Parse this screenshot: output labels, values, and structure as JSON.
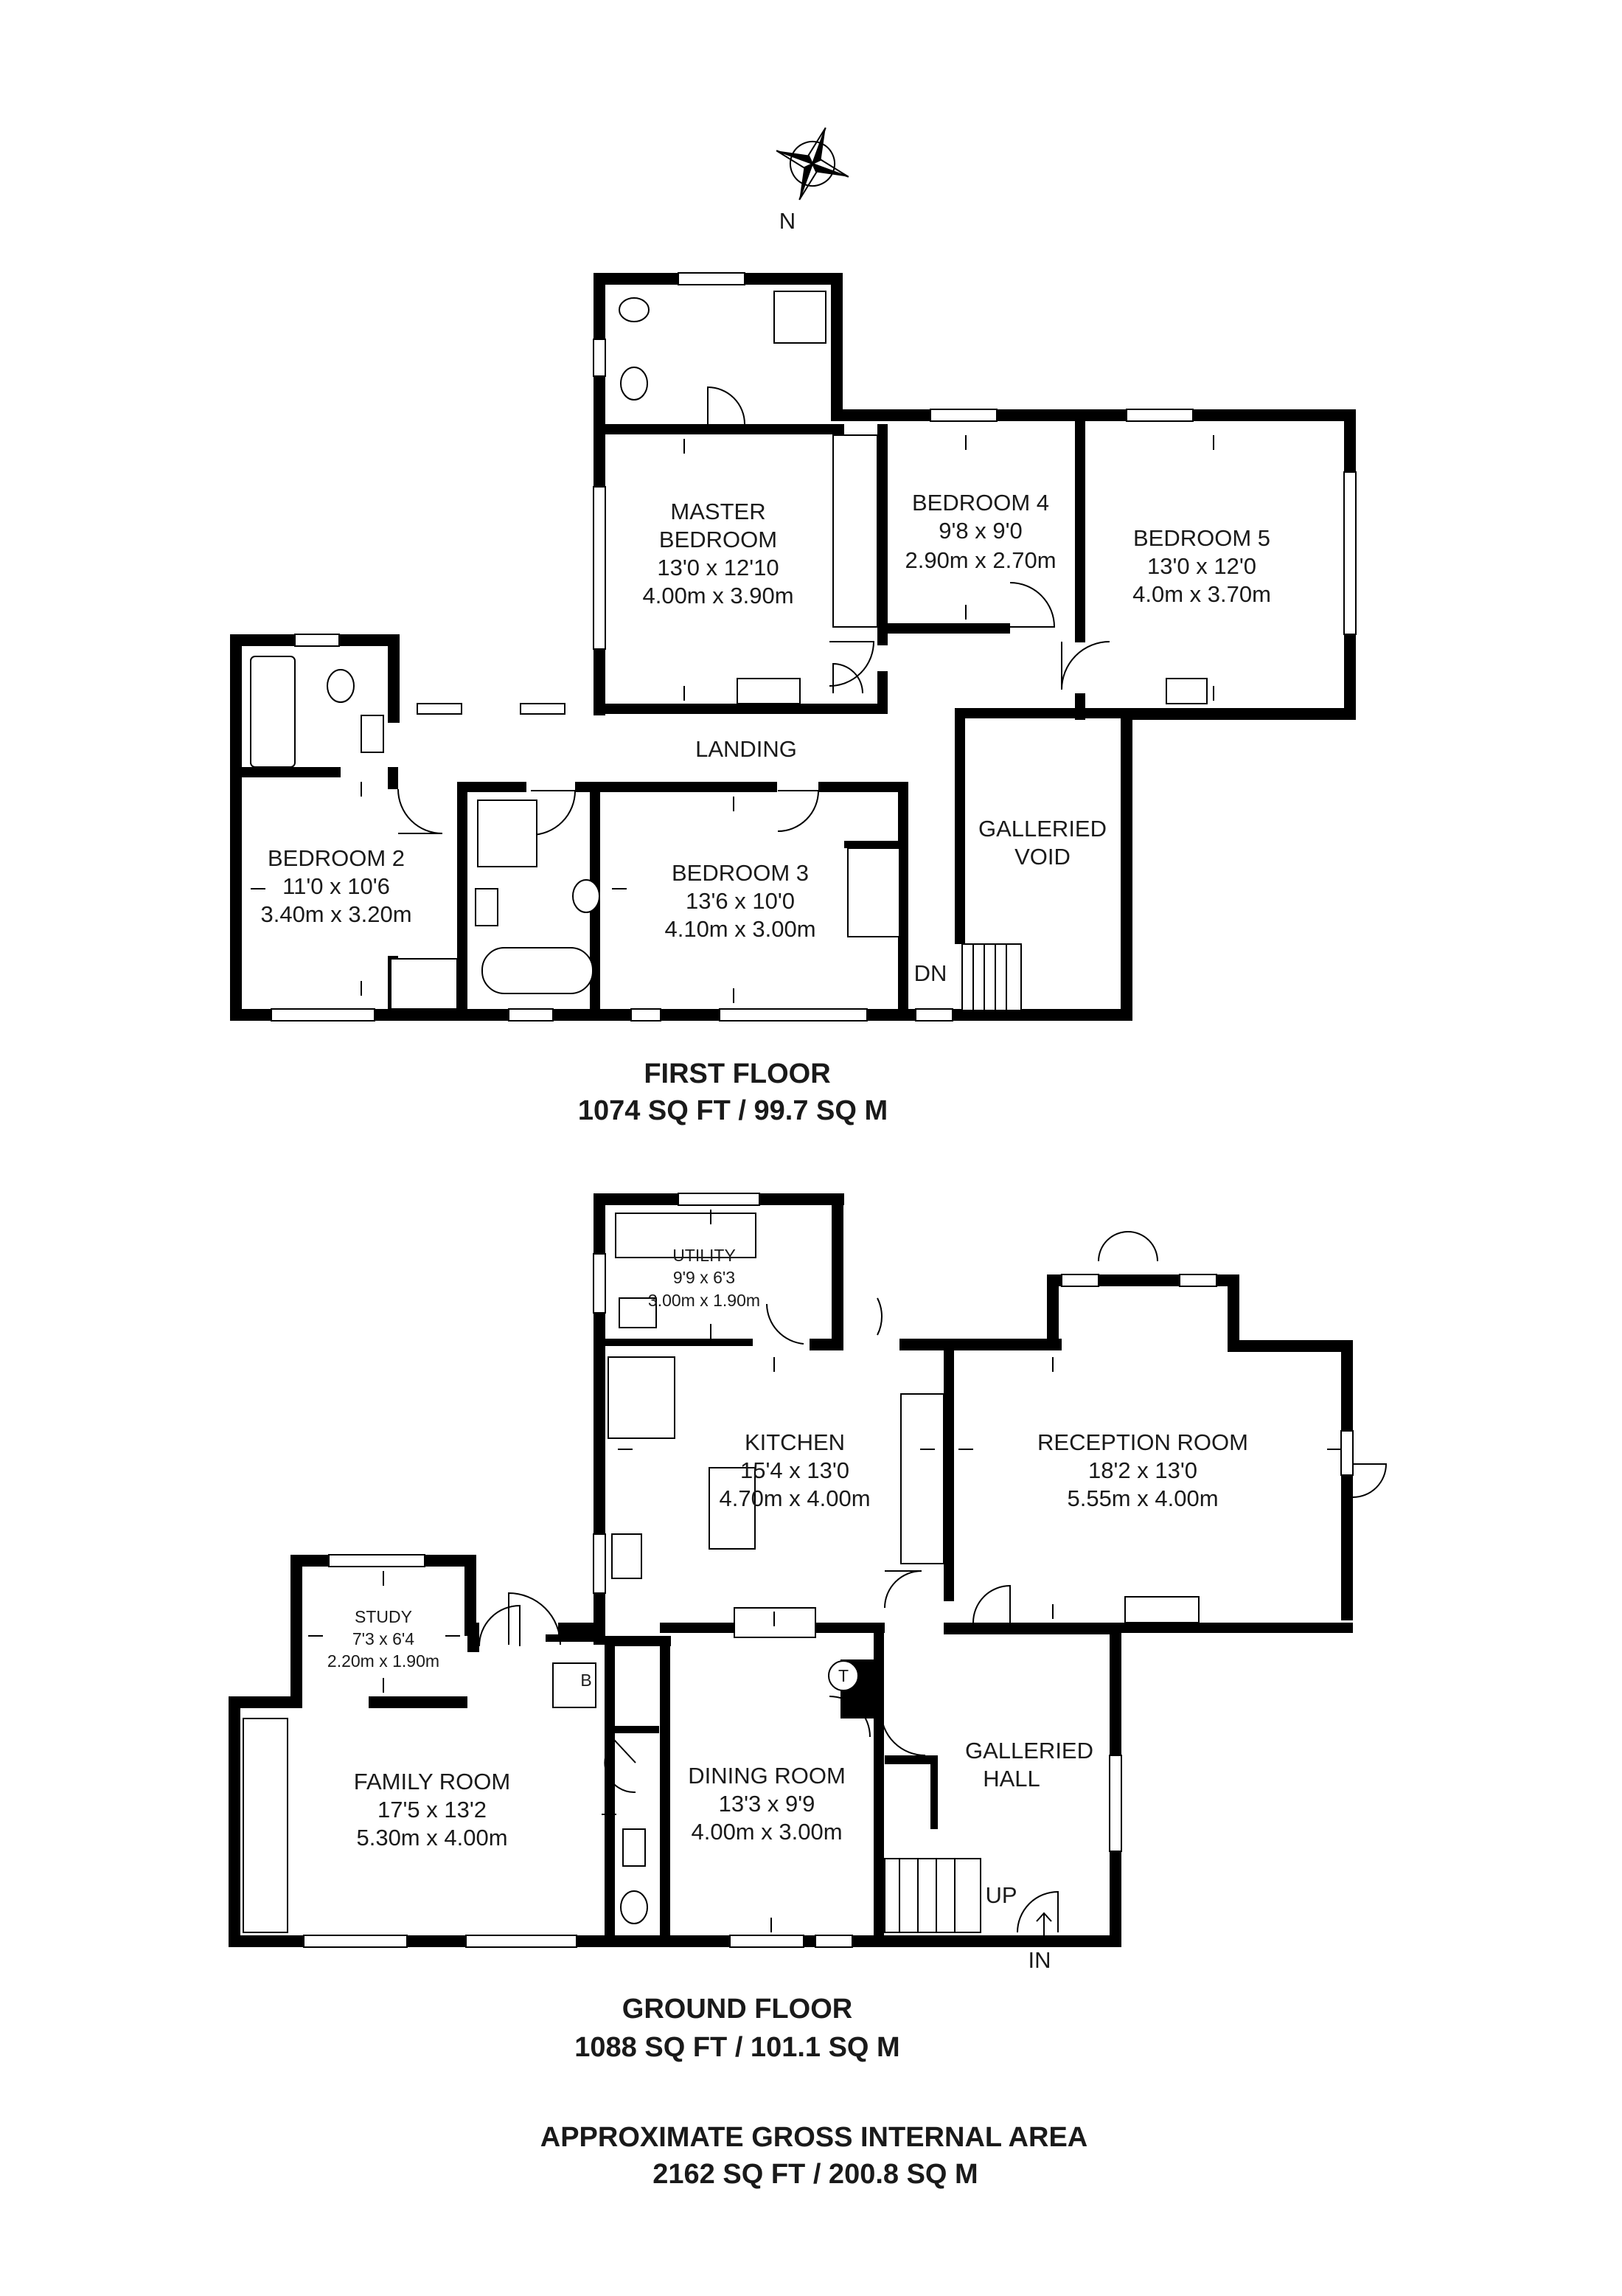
{
  "compass": {
    "label": "N"
  },
  "first_floor": {
    "title": "FIRST FLOOR",
    "area": "1074 SQ FT / 99.7 SQ M",
    "rooms": {
      "master": {
        "name1": "MASTER",
        "name2": "BEDROOM",
        "imperial": "13'0 x 12'10",
        "metric": "4.00m x 3.90m"
      },
      "bed4": {
        "name": "BEDROOM 4",
        "imperial": "9'8 x 9'0",
        "metric": "2.90m x 2.70m"
      },
      "bed5": {
        "name": "BEDROOM 5",
        "imperial": "13'0 x 12'0",
        "metric": "4.0m x 3.70m"
      },
      "landing": {
        "name": "LANDING"
      },
      "bed2": {
        "name": "BEDROOM 2",
        "imperial": "11'0 x 10'6",
        "metric": "3.40m x 3.20m"
      },
      "bed3": {
        "name": "BEDROOM 3",
        "imperial": "13'6 x 10'0",
        "metric": "4.10m x 3.00m"
      },
      "void": {
        "name1": "GALLERIED",
        "name2": "VOID"
      },
      "stairs": {
        "label": "DN"
      }
    }
  },
  "ground_floor": {
    "title": "GROUND FLOOR",
    "area": "1088 SQ FT / 101.1 SQ M",
    "rooms": {
      "utility": {
        "name": "UTILITY",
        "imperial": "9'9 x 6'3",
        "metric": "3.00m x 1.90m"
      },
      "kitchen": {
        "name": "KITCHEN",
        "imperial": "15'4 x 13'0",
        "metric": "4.70m x 4.00m"
      },
      "reception": {
        "name": "RECEPTION ROOM",
        "imperial": "18'2 x 13'0",
        "metric": "5.55m x 4.00m"
      },
      "study": {
        "name": "STUDY",
        "imperial": "7'3 x 6'4",
        "metric": "2.20m x 1.90m"
      },
      "family": {
        "name": "FAMILY ROOM",
        "imperial": "17'5 x 13'2",
        "metric": "5.30m x 4.00m"
      },
      "dining": {
        "name": "DINING ROOM",
        "imperial": "13'3 x 9'9",
        "metric": "4.00m x 3.00m"
      },
      "hall": {
        "name1": "GALLERIED",
        "name2": "HALL"
      },
      "boiler": {
        "label": "B"
      },
      "tank": {
        "label": "T"
      },
      "stairs": {
        "label": "UP"
      },
      "entrance": {
        "label": "IN"
      }
    }
  },
  "total": {
    "title": "APPROXIMATE GROSS INTERNAL AREA",
    "area": "2162 SQ FT / 200.8 SQ M"
  }
}
